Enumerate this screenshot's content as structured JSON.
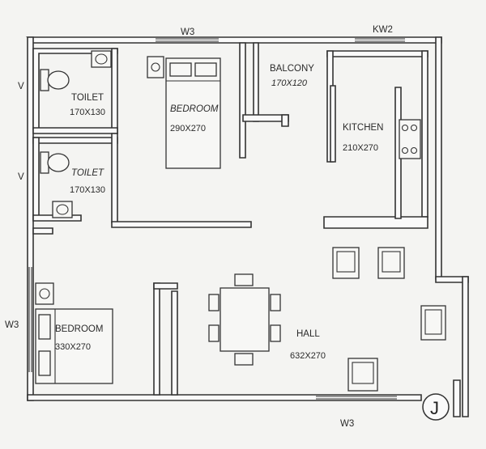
{
  "rooms": [
    {
      "key": "toilet1",
      "name": "TOILET",
      "size": "170X130"
    },
    {
      "key": "toilet2",
      "name": "TOILET",
      "size": "170X130"
    },
    {
      "key": "bedroom1",
      "name": "BEDROOM",
      "size": "290X270"
    },
    {
      "key": "balcony",
      "name": "BALCONY",
      "size": "170X120"
    },
    {
      "key": "kitchen",
      "name": "KITCHEN",
      "size": "210X270"
    },
    {
      "key": "bedroom2",
      "name": "BEDROOM",
      "size": "330X270"
    },
    {
      "key": "hall",
      "name": "HALL",
      "size": "632X270"
    }
  ],
  "openings": {
    "w3_top": "W3",
    "kw2": "KW2",
    "v_toilet1": "V",
    "v_toilet2": "V",
    "w3_left": "W3",
    "w3_bottom": "W3"
  },
  "compass": "J",
  "colors": {
    "line": "#333333",
    "background": "#f4f4f2"
  }
}
